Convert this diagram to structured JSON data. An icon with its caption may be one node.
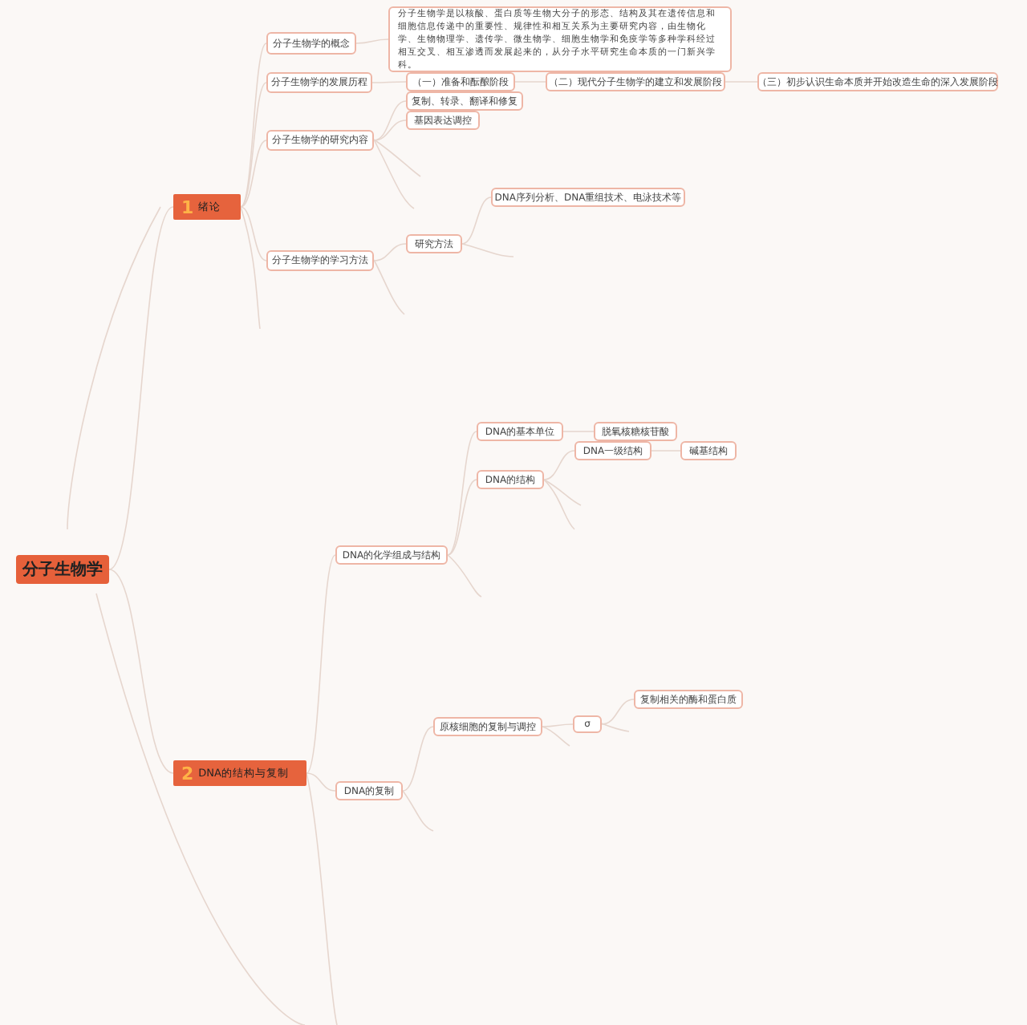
{
  "diagram": {
    "nodes": [
      {
        "text": [
          "分子生物学"
        ]
      },
      {
        "text": [
          "1",
          "绪论"
        ]
      },
      {
        "text": [
          "分子生物学的概念"
        ]
      },
      {
        "text": [
          "分子生物学是以核酸、蛋白质等生物大分子的形态、结构及其在遗传信息和细胞信息传递中的重要性、规律性和相互关系为主要研究内容，由生物化学、生物物理学、遗传学、微生物学、细胞生物学和免疫学等多种学科经过相互交叉、相互渗透而发展起来的，从分子水平研究生命本质的一门新兴学科。"
        ]
      },
      {
        "text": [
          "分子生物学的发展历程"
        ]
      },
      {
        "text": [
          "（一）准备和酝酿阶段"
        ]
      },
      {
        "text": [
          "（二）现代分子生物学的建立和发展阶段"
        ]
      },
      {
        "text": [
          "（三）初步认识生命本质并开始改造生命的深入发展阶段"
        ]
      },
      {
        "text": [
          "分子生物学的研究内容"
        ]
      },
      {
        "text": [
          "复制、转录、翻译和修复"
        ]
      },
      {
        "text": [
          "基因表达调控"
        ]
      },
      {
        "text": [
          "分子生物学的学习方法"
        ]
      },
      {
        "text": [
          "研究方法"
        ]
      },
      {
        "text": [
          "DNA序列分析、DNA重组技术、电泳技术等"
        ]
      },
      {
        "text": [
          "2",
          "DNA的结构与复制"
        ]
      },
      {
        "text": [
          "DNA的化学组成与结构"
        ]
      },
      {
        "text": [
          "DNA的基本单位"
        ]
      },
      {
        "text": [
          "脱氧核糖核苷酸"
        ]
      },
      {
        "text": [
          "DNA的结构"
        ]
      },
      {
        "text": [
          "DNA一级结构"
        ]
      },
      {
        "text": [
          "碱基结构"
        ]
      },
      {
        "text": [
          "DNA的复制"
        ]
      },
      {
        "text": [
          "原核细胞的复制与调控"
        ]
      },
      {
        "text": [
          "σ"
        ]
      },
      {
        "text": [
          "复制相关的酶和蛋白质"
        ]
      }
    ],
    "edges": [
      {
        "from": 0,
        "to": 1,
        "arrow": "none"
      },
      {
        "from": 0,
        "to": 14,
        "arrow": "none"
      },
      {
        "from": 1,
        "to": 2,
        "arrow": "none"
      },
      {
        "from": 1,
        "to": 4,
        "arrow": "none"
      },
      {
        "from": 1,
        "to": 8,
        "arrow": "none"
      },
      {
        "from": 1,
        "to": 11,
        "arrow": "none"
      },
      {
        "from": 2,
        "to": 3,
        "arrow": "none"
      },
      {
        "from": 4,
        "to": 5,
        "arrow": "none"
      },
      {
        "from": 5,
        "to": 6,
        "arrow": "none"
      },
      {
        "from": 6,
        "to": 7,
        "arrow": "none"
      },
      {
        "from": 8,
        "to": 9,
        "arrow": "none"
      },
      {
        "from": 8,
        "to": 10,
        "arrow": "none"
      },
      {
        "from": 11,
        "to": 12,
        "arrow": "none"
      },
      {
        "from": 12,
        "to": 13,
        "arrow": "none"
      },
      {
        "from": 14,
        "to": 15,
        "arrow": "none"
      },
      {
        "from": 14,
        "to": 21,
        "arrow": "none"
      },
      {
        "from": 15,
        "to": 16,
        "arrow": "none"
      },
      {
        "from": 15,
        "to": 18,
        "arrow": "none"
      },
      {
        "from": 16,
        "to": 17,
        "arrow": "none"
      },
      {
        "from": 18,
        "to": 19,
        "arrow": "none"
      },
      {
        "from": 19,
        "to": 20,
        "arrow": "none"
      },
      {
        "from": 21,
        "to": 22,
        "arrow": "none"
      },
      {
        "from": 22,
        "to": 23,
        "arrow": "none"
      },
      {
        "from": 23,
        "to": 24,
        "arrow": "none"
      }
    ]
  }
}
